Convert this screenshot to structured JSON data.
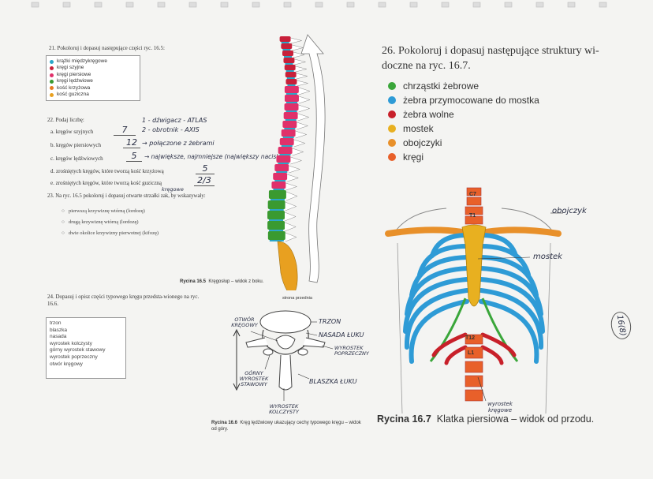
{
  "q21": {
    "heading": "21. Pokoloruj i dopasuj następujące części ryc. 16.5:",
    "legend": [
      {
        "label": "krążki międzykręgowe",
        "color": "#2aa6c8"
      },
      {
        "label": "kręgi szyjne",
        "color": "#c8203a"
      },
      {
        "label": "kręgi piersiowe",
        "color": "#e0306a"
      },
      {
        "label": "kręgi lędźwiowe",
        "color": "#3a9a30"
      },
      {
        "label": "kość krzyżowa",
        "color": "#e87a20"
      },
      {
        "label": "kość guziczna",
        "color": "#e8a020"
      }
    ]
  },
  "q22": {
    "heading": "22. Podaj liczbę:",
    "items": [
      {
        "label": "a. kręgów szyjnych",
        "answer": "7"
      },
      {
        "label": "b. kręgów piersiowych",
        "answer": "12"
      },
      {
        "label": "c. kręgów lędźwiowych",
        "answer": "5"
      },
      {
        "label": "d. zrośniętych kręgów, które tworzą kość krzyżową",
        "answer": "5"
      },
      {
        "label": "e. zrośniętych kręgów, które tworzą kość guziczną",
        "answer": "2/3"
      }
    ],
    "notes": {
      "n1": "1 - dźwigacz - ATLAS",
      "n2": "2 - obrotnik - AXIS",
      "n3": "→ połączone z żebrami",
      "n4": "→ największe, najmniejsze (największy nacisk)",
      "n5": "kręgowe"
    }
  },
  "q23": {
    "heading": "23. Na ryc. 16.5 pokoloruj i dopasuj otwarte strzałki zak, by wskazywały:",
    "options": [
      "pierwszą krzywiznę wtórną (lordozę)",
      "drugą krzywiznę wtórną (lordozę)",
      "dwie okolice krzywizny pierwotnej (kifozę)"
    ]
  },
  "fig165": {
    "label": "Rycina 16.5",
    "caption": "Kręgosłup – widok z boku."
  },
  "q24": {
    "heading": "24. Dopasuj i opisz części typowego kręgu przedsta-wionego na ryc. 16.6.",
    "terms": [
      "trzon",
      "blaszka",
      "nasada",
      "wyrostek kolczysty",
      "górny wyrostek stawowy",
      "wyrostek poprzeczny",
      "otwór kręgowy"
    ]
  },
  "fig166": {
    "front_label": "strona przednia",
    "labels": {
      "otwor": "OTWÓR KRĘGOWY",
      "trzon": "TRZON",
      "nasada": "NASADA ŁUKU",
      "poprzeczny": "WYROSTEK POPRZECZNY",
      "gorny": "GÓRNY WYROSTEK STAWOWY",
      "blaszka": "BLASZKA ŁUKU",
      "kolczysty": "WYROSTEK KOLCZYSTY"
    },
    "label": "Rycina 16.6",
    "caption": "Kręg lędźwiowy ukazujący cechy typowego kręgu – widok od góry."
  },
  "q26": {
    "number": "26.",
    "heading": "Pokoloruj i dopasuj następujące struktury wi-doczne na ryc. 16.7.",
    "legend": [
      {
        "label": "chrząstki żebrowe",
        "color": "#3aa63a"
      },
      {
        "label": "żebra przymocowane do mostka",
        "color": "#2e9bd6"
      },
      {
        "label": "żebra wolne",
        "color": "#c8202a"
      },
      {
        "label": "mostek",
        "color": "#e8b020"
      },
      {
        "label": "obojczyki",
        "color": "#e8902a"
      },
      {
        "label": "kręgi",
        "color": "#e8602a"
      }
    ]
  },
  "fig167": {
    "labels": {
      "obojczyk": "obojczyk",
      "mostek": "mostek",
      "wyrostek": "wyrostek kręgowe"
    },
    "vertebra_labels": {
      "c7": "C7",
      "t1": "T1",
      "t12": "T12",
      "l1": "L1"
    },
    "label": "Rycina 16.7",
    "caption": "Klatka piersiowa – widok od przodu."
  },
  "margin_note": "16(8)"
}
